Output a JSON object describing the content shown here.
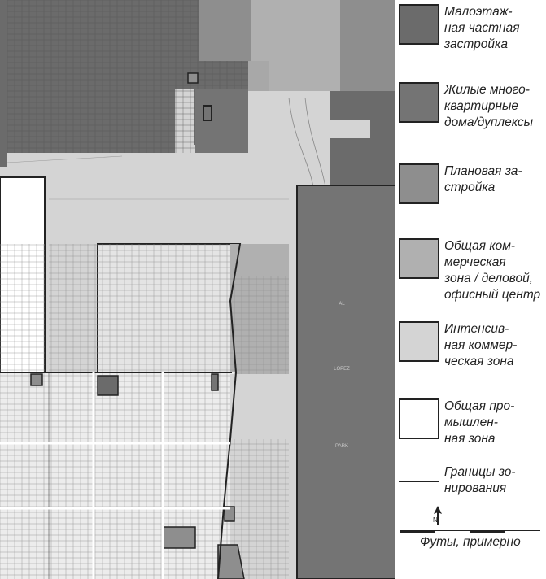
{
  "legend": {
    "items": [
      {
        "label_lines": [
          "Малоэтаж-",
          "ная частная",
          "застройка"
        ],
        "color": "#6b6b6b"
      },
      {
        "label_lines": [
          "Жилые много-",
          "квартирные",
          "дома/дуплексы"
        ],
        "color": "#747474"
      },
      {
        "label_lines": [
          "Плановая за-",
          "стройка"
        ],
        "color": "#8e8e8e"
      },
      {
        "label_lines": [
          "Общая ком-",
          "мерческая",
          "зона / деловой,",
          "офисный центр"
        ],
        "color": "#b0b0b0"
      },
      {
        "label_lines": [
          "Интенсив-",
          "ная коммер-",
          "ческая зона"
        ],
        "color": "#d4d4d4"
      },
      {
        "label_lines": [
          "Общая про-",
          "мышлен-",
          "ная зона"
        ],
        "color": "#ffffff"
      }
    ],
    "boundary_label_lines": [
      "Границы зо-",
      "нирования"
    ],
    "scale_label": "Футы, примерно",
    "north_icon": "north-arrow-icon"
  },
  "map": {
    "park_words": [
      "AL",
      "LOPEZ",
      "PARK"
    ],
    "colors": {
      "low_density": "#6b6b6b",
      "multi_family": "#747474",
      "planned": "#8e8e8e",
      "general_commercial": "#b0b0b0",
      "intensive_commercial": "#d4d4d4",
      "industrial": "#ffffff"
    }
  }
}
